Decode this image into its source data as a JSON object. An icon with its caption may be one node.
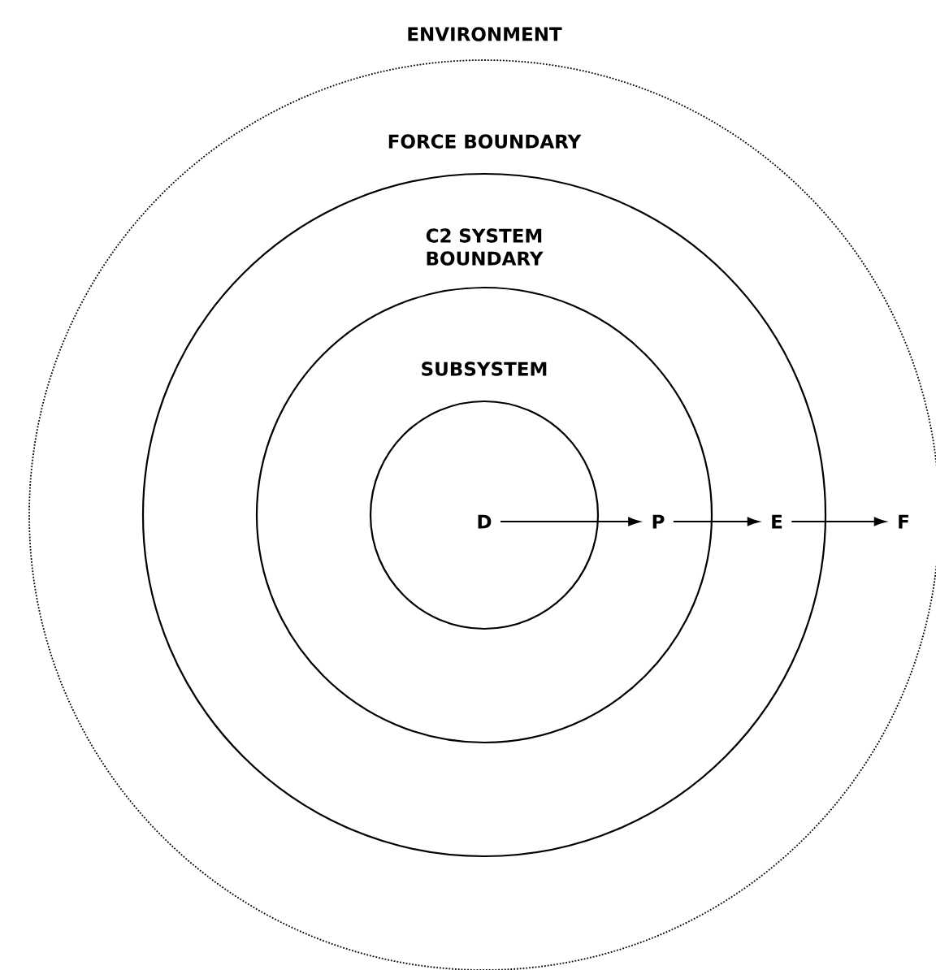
{
  "diagram": {
    "nodes": [
      {
        "text": [
          "ENVIRONMENT"
        ]
      },
      {
        "text": [
          "FORCE BOUNDARY"
        ],
        "in": 0
      },
      {
        "text": [
          "C2 SYSTEM BOUNDARY"
        ],
        "in": 1
      },
      {
        "text": [
          "SUBSYSTEM"
        ],
        "in": 2
      },
      {
        "text": [
          "D"
        ],
        "in": 3
      },
      {
        "text": [
          "P"
        ],
        "in": 2
      },
      {
        "text": [
          "E"
        ],
        "in": 1
      },
      {
        "text": [
          "F"
        ],
        "in": 0
      }
    ],
    "edges": [
      {
        "from": 4,
        "to": 5,
        "arrow": "to"
      },
      {
        "from": 5,
        "to": 6,
        "arrow": "to"
      },
      {
        "from": 6,
        "to": 7,
        "arrow": "to"
      }
    ]
  }
}
